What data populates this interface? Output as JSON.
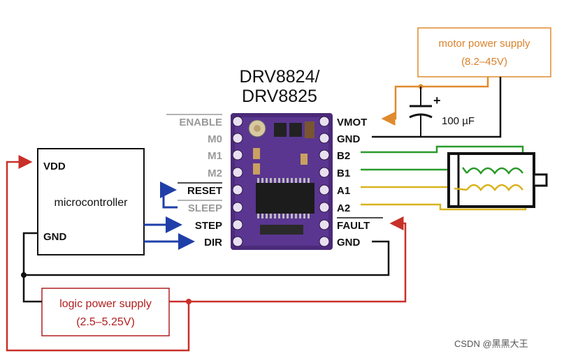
{
  "title": {
    "line1": "DRV8824/",
    "line2": "DRV8825"
  },
  "microcontroller": {
    "label": "microcontroller",
    "vdd": "VDD",
    "gnd": "GND"
  },
  "left_pins": {
    "enable": "ENABLE",
    "m0": "M0",
    "m1": "M1",
    "m2": "M2",
    "reset": "RESET",
    "sleep": "SLEEP",
    "step": "STEP",
    "dir": "DIR"
  },
  "right_pins": {
    "vmot": "VMOT",
    "gnd_top": "GND",
    "b2": "B2",
    "b1": "B1",
    "a1": "A1",
    "a2": "A2",
    "fault": "FAULT",
    "gnd_bottom": "GND"
  },
  "motor_supply": {
    "line1": "motor power supply",
    "line2": "(8.2–45V)"
  },
  "logic_supply": {
    "line1": "logic power supply",
    "line2": "(2.5–5.25V)"
  },
  "capacitor": {
    "value": "100 µF",
    "polarity": "+"
  },
  "watermark": "CSDN @黑黑大王",
  "colors": {
    "red": "#c8302a",
    "orange": "#e08a2e",
    "blue": "#1f3fa8",
    "green": "#2a9a2a",
    "yellow": "#d9b21c",
    "black": "#111111",
    "board": "#4b2a7a"
  }
}
